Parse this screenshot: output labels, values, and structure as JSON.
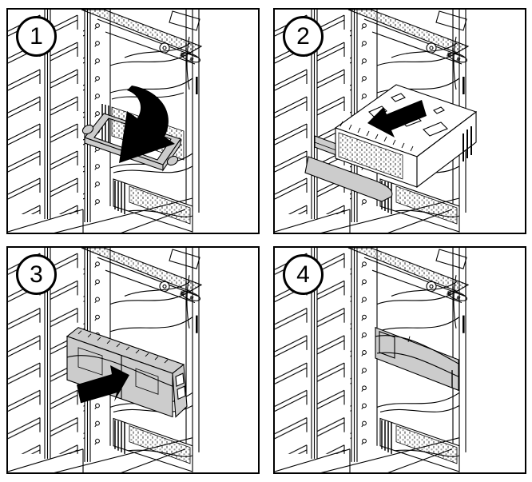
{
  "figure": {
    "panels": [
      {
        "number": "1"
      },
      {
        "number": "2"
      },
      {
        "number": "3"
      },
      {
        "number": "4"
      }
    ],
    "colors": {
      "line": "#000000",
      "component_gray": "#cccccc",
      "stipple_gray": "#9a9a9a",
      "arrow_black": "#000000",
      "background": "#ffffff"
    }
  }
}
